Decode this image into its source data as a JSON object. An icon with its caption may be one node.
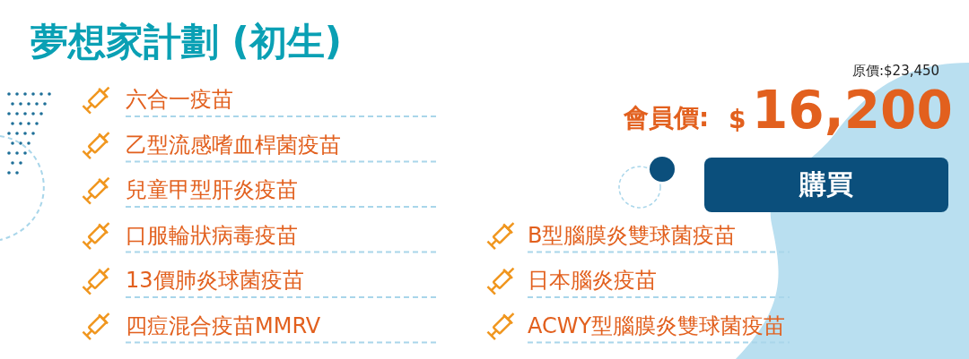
{
  "diagram": {
    "title": "夢想家計劃 (初生)",
    "labels": [
      "原價:$23,450",
      "會員價:",
      "$",
      "16,200",
      "購買",
      "六合一疫苗",
      "乙型流感嗜血桿菌疫苗",
      "兒童甲型肝炎疫苗",
      "口服輪狀病毒疫苗",
      "13價肺炎球菌疫苗",
      "四痘混合疫苗MMRV",
      "B型腦膜炎雙球菌疫苗",
      "日本腦炎疫苗",
      "ACWY型腦膜炎雙球菌疫苗"
    ]
  }
}
